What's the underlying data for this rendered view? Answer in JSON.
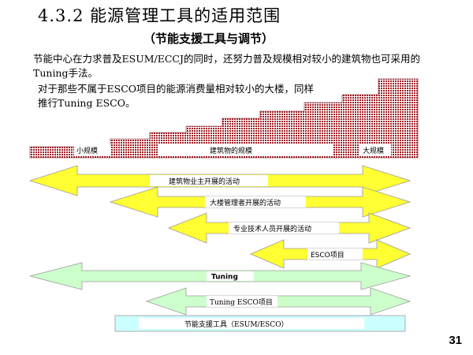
{
  "slide": {
    "title": "4.3.2  能源管理工具的适用范围",
    "subtitle": "（节能支援工具与调节）",
    "paragraph": "节能中心在力求普及ESUM/ECCJ的同时，还努力普及规模相对较小的建筑物也可采用的Tuning手法。",
    "note": "对于那些不属于ESCO项目的能源消费量相对较小的大楼，同样推行Tuning ESCO。",
    "page_number": "31"
  },
  "scale_bar": {
    "small_label": "小规模",
    "middle_label": "建筑物的规模",
    "large_label": "大规模",
    "fill_color": "#a01c24"
  },
  "arrows": [
    {
      "label": "建筑物业主开展的活动",
      "color": "#ffff33"
    },
    {
      "label": "大楼管理者开展的活动",
      "color": "#ffff33"
    },
    {
      "label": "专业技术人员开展的活动",
      "color": "#ffff33"
    },
    {
      "label": "ESCO项目",
      "color": "#ffff33"
    },
    {
      "label": "Tuning",
      "color": "#ccffcc"
    },
    {
      "label": "Tuning ESCO项目",
      "color": "#ccffcc"
    }
  ],
  "support_bar": {
    "label": "节能支援工具（ESUM/ESCO）",
    "color": "#ccffff"
  }
}
